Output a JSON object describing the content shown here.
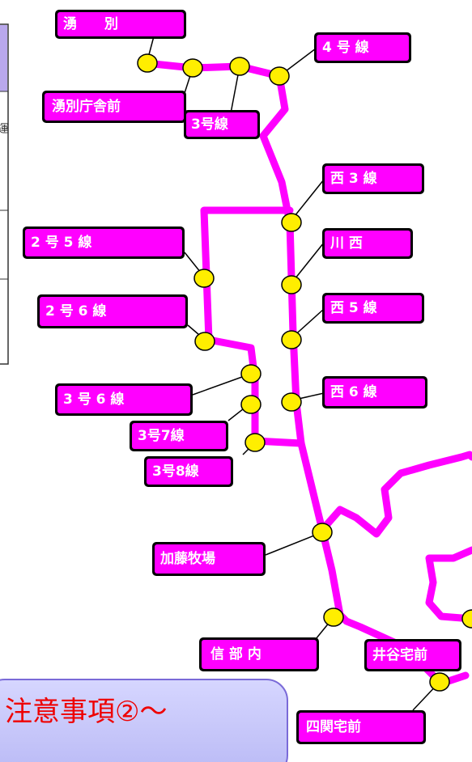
{
  "route": {
    "line_color": "#ff00ff",
    "stop_color": "#ffee00",
    "label_bg": "#ff00ff",
    "label_text_color": "#ffffff"
  },
  "stops": {
    "yubetsu": "湧　　別",
    "yubetsu_chosha": "湧別庁舎前",
    "sango_sen": "3号線",
    "yongo_sen": "4 号 線",
    "nishi3": "西 3 線",
    "nigo5": "2 号 5 線",
    "kawanishi": "川 西",
    "nigo6": "2 号 6 線",
    "nishi5": "西 5 線",
    "sango6": "3 号 6 線",
    "nishi6": "西 6 線",
    "sango7": "3号7線",
    "sango8": "3号8線",
    "kato_bokujo": "加藤牧場",
    "shibunai": "信 部 内",
    "iiya_takumae": "井谷宅前",
    "shinoseki_takumae": "四関宅前"
  },
  "notice": {
    "text": "注意事項②～"
  },
  "left_panel": {
    "fragment": "運"
  }
}
